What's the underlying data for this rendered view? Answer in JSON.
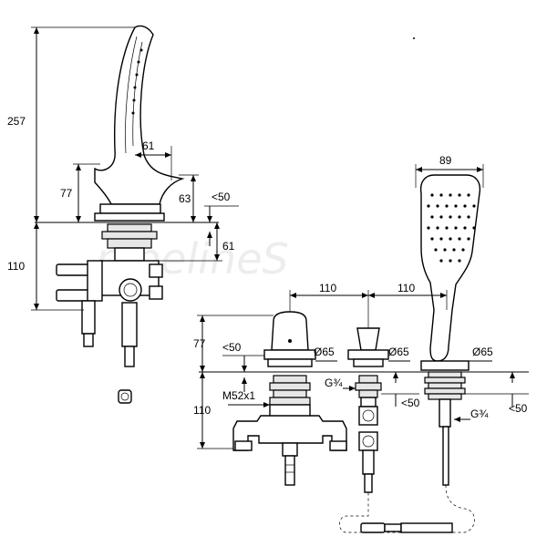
{
  "watermark": "pipelineS",
  "dimensions": {
    "total_height": "257",
    "spout_reach": "61",
    "spout_above_deck": "77",
    "spout_inner_height": "63",
    "deck_thickness_left": "<50",
    "below_deck_offset": "61",
    "below_deck_left": "110",
    "spacing_1": "110",
    "spacing_2": "110",
    "handshower_width": "89",
    "mixer_above_deck": "77",
    "deck_thickness_mixer": "<50",
    "mixer_diameter": "Ø65",
    "diverter_diameter": "Ø65",
    "holder_diameter": "Ø65",
    "diverter_thread": "G¾",
    "diverter_deck": "<50",
    "holder_thread": "G¾",
    "holder_deck": "<50",
    "mixer_below_deck": "110",
    "mixer_thread": "M52x1"
  }
}
